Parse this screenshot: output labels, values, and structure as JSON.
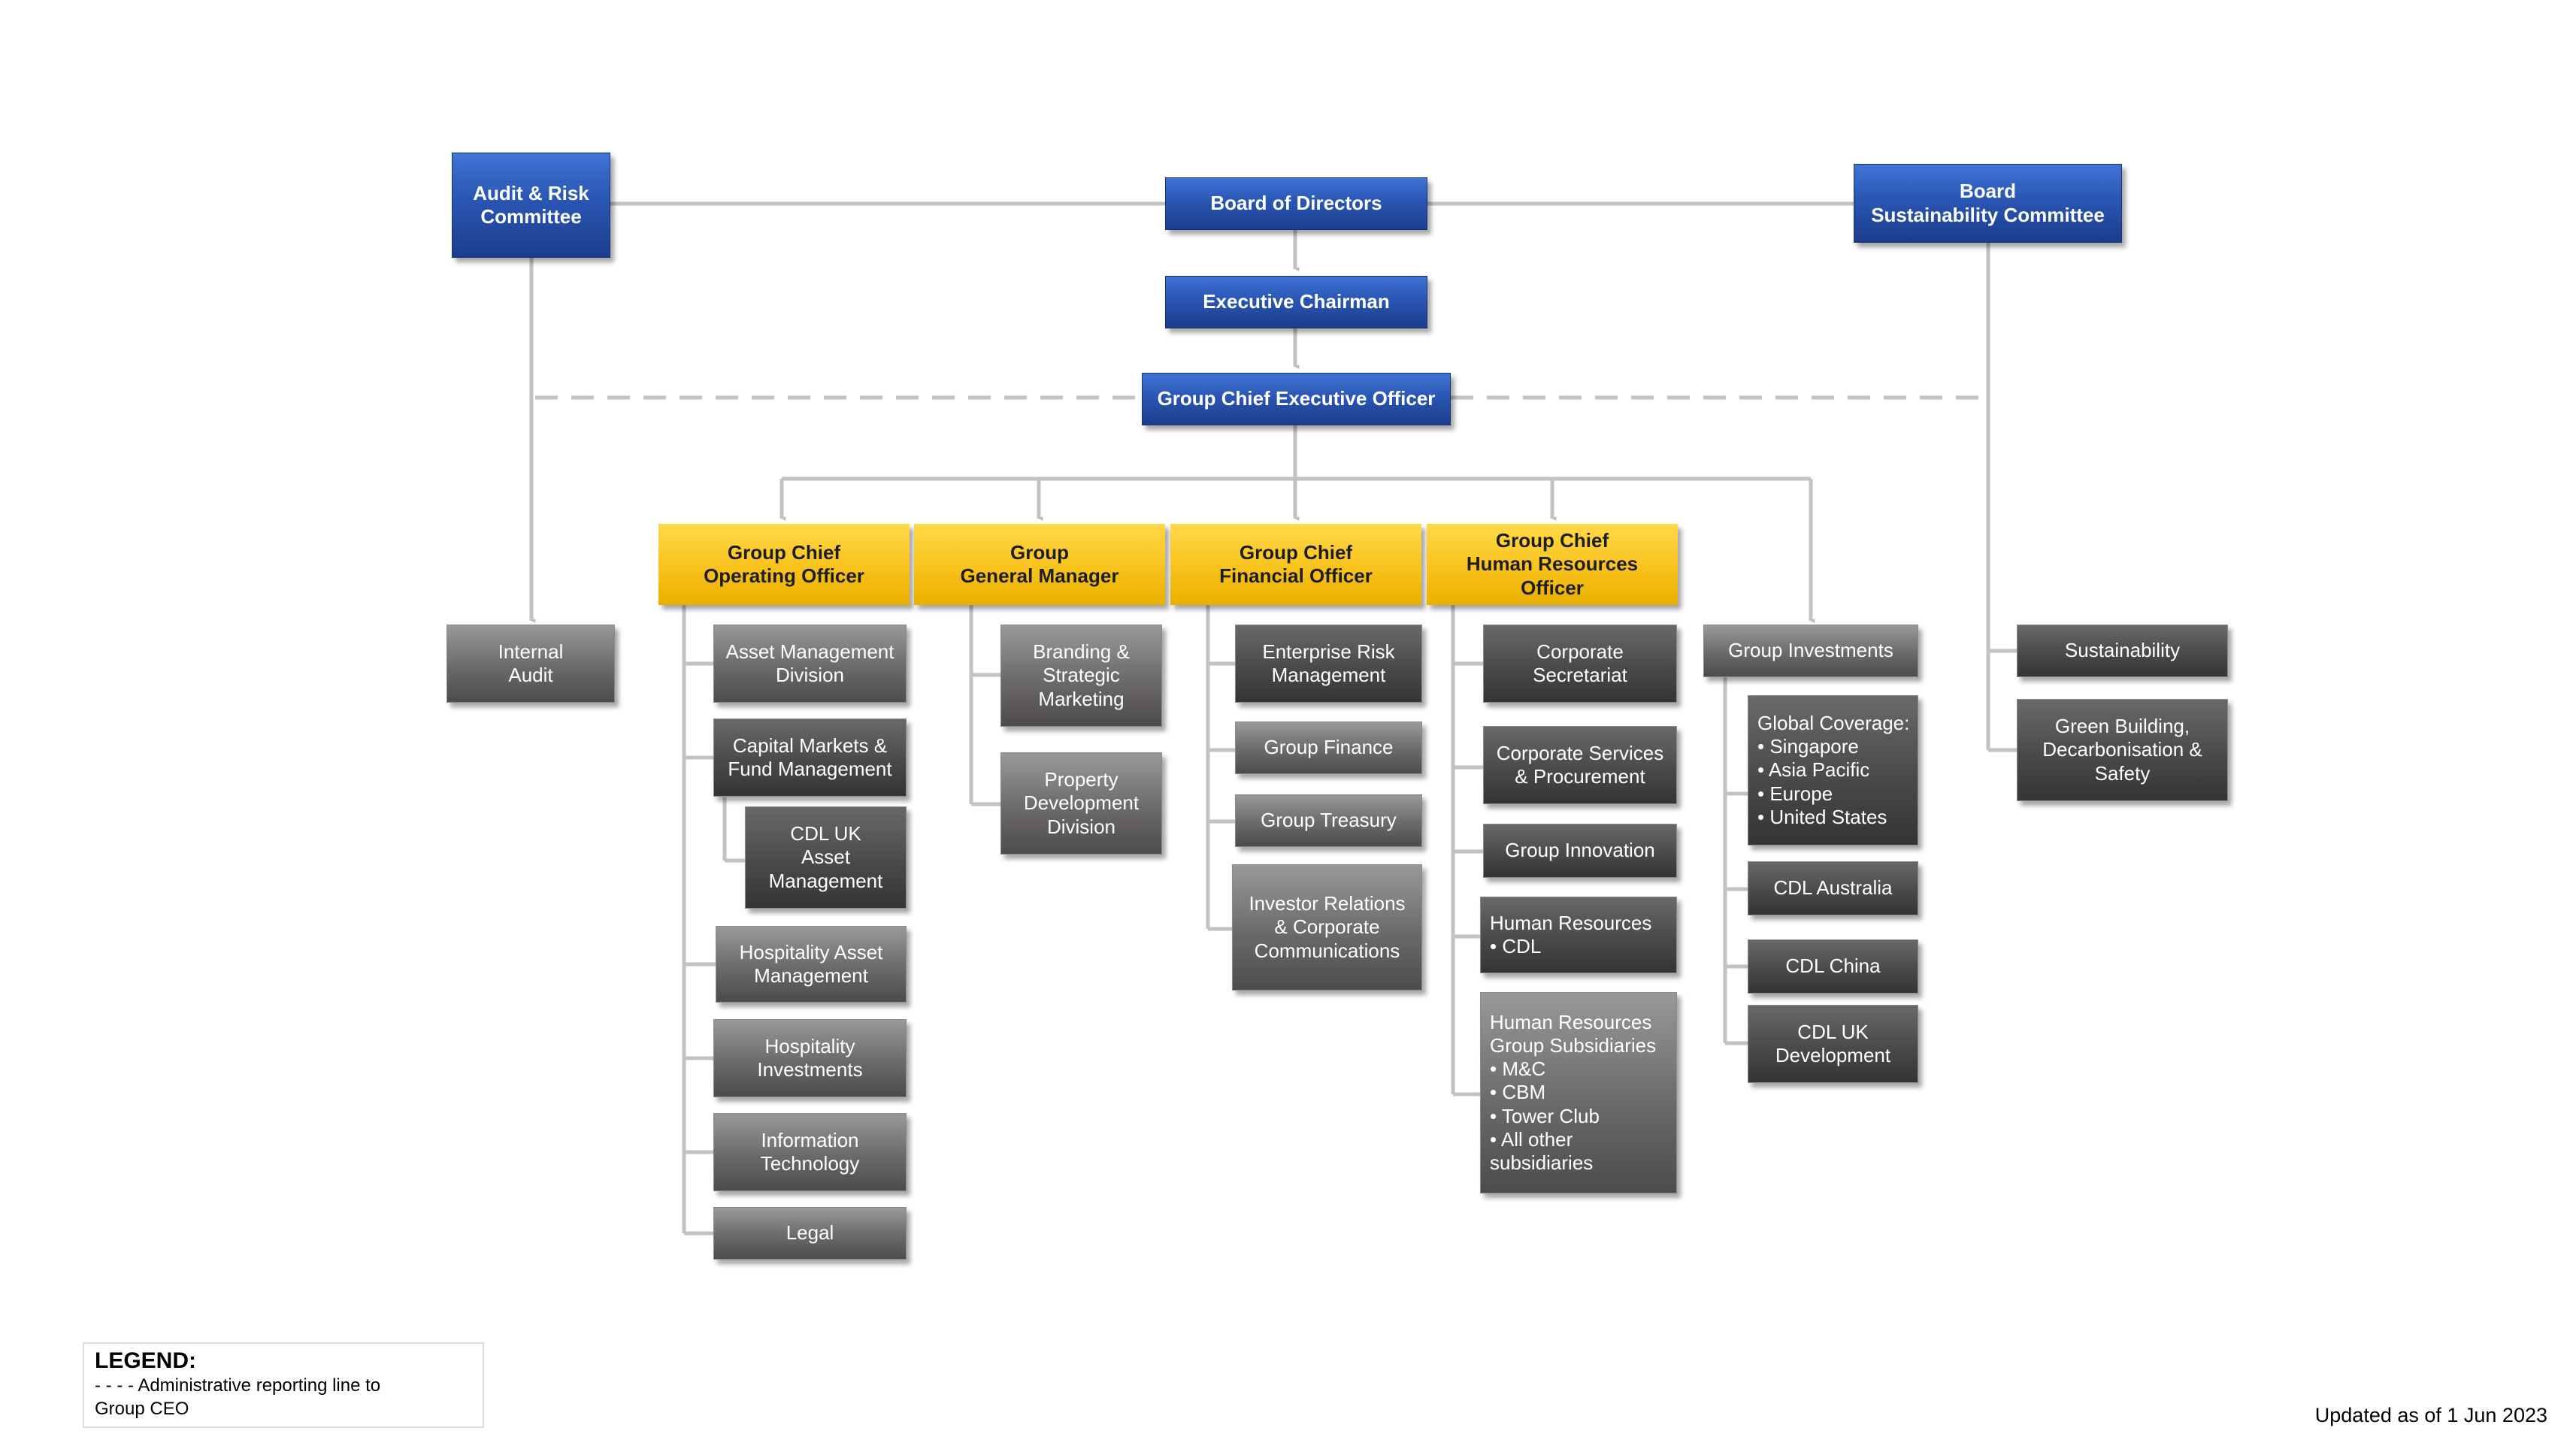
{
  "top": {
    "audit_committee": "Audit & Risk\nCommittee",
    "board": "Board of Directors",
    "sustainability_committee": "Board\nSustainability Committee",
    "chairman": "Executive Chairman",
    "ceo": "Group Chief Executive Officer"
  },
  "direct_units": {
    "internal_audit": "Internal\nAudit",
    "sustainability": "Sustainability",
    "green_building": "Green Building,\nDecarbonisation &\nSafety"
  },
  "coo": {
    "title": "Group Chief\nOperating Officer",
    "units": {
      "asset_mgmt": "Asset Management\nDivision",
      "capital_markets": "Capital Markets &\nFund Management",
      "cdl_uk_asset": "CDL UK\nAsset\nManagement",
      "hospitality_asset": "Hospitality Asset\nManagement",
      "hospitality_inv": "Hospitality\nInvestments",
      "it": "Information\nTechnology",
      "legal": "Legal"
    }
  },
  "gm": {
    "title": "Group\nGeneral Manager",
    "units": {
      "branding": "Branding &\nStrategic\nMarketing",
      "property_dev": "Property\nDevelopment\nDivision"
    }
  },
  "cfo": {
    "title": "Group Chief\nFinancial Officer",
    "units": {
      "erm": "Enterprise Risk\nManagement",
      "finance": "Group Finance",
      "treasury": "Group Treasury",
      "ir": "Investor Relations\n& Corporate\nCommunications"
    }
  },
  "chro": {
    "title": "Group Chief\nHuman Resources\nOfficer",
    "units": {
      "secretariat": "Corporate\nSecretariat",
      "services": "Corporate Services\n& Procurement",
      "innovation": "Group Innovation",
      "hr_cdl": "Human Resources\n• CDL",
      "hr_subs": "Human Resources\nGroup Subsidiaries\n• M&C\n• CBM\n• Tower Club\n• All other\n   subsidiaries"
    }
  },
  "investments": {
    "title": "Group Investments",
    "units": {
      "global": "Global Coverage:\n•    Singapore\n•    Asia Pacific\n•    Europe\n•    United States",
      "australia": "CDL Australia",
      "china": "CDL China",
      "uk_dev": "CDL UK\nDevelopment"
    }
  },
  "legend": {
    "title": "LEGEND:",
    "text": "- - - -  Administrative reporting line to\nGroup CEO"
  },
  "updated": "Updated as of 1 Jun 2023"
}
